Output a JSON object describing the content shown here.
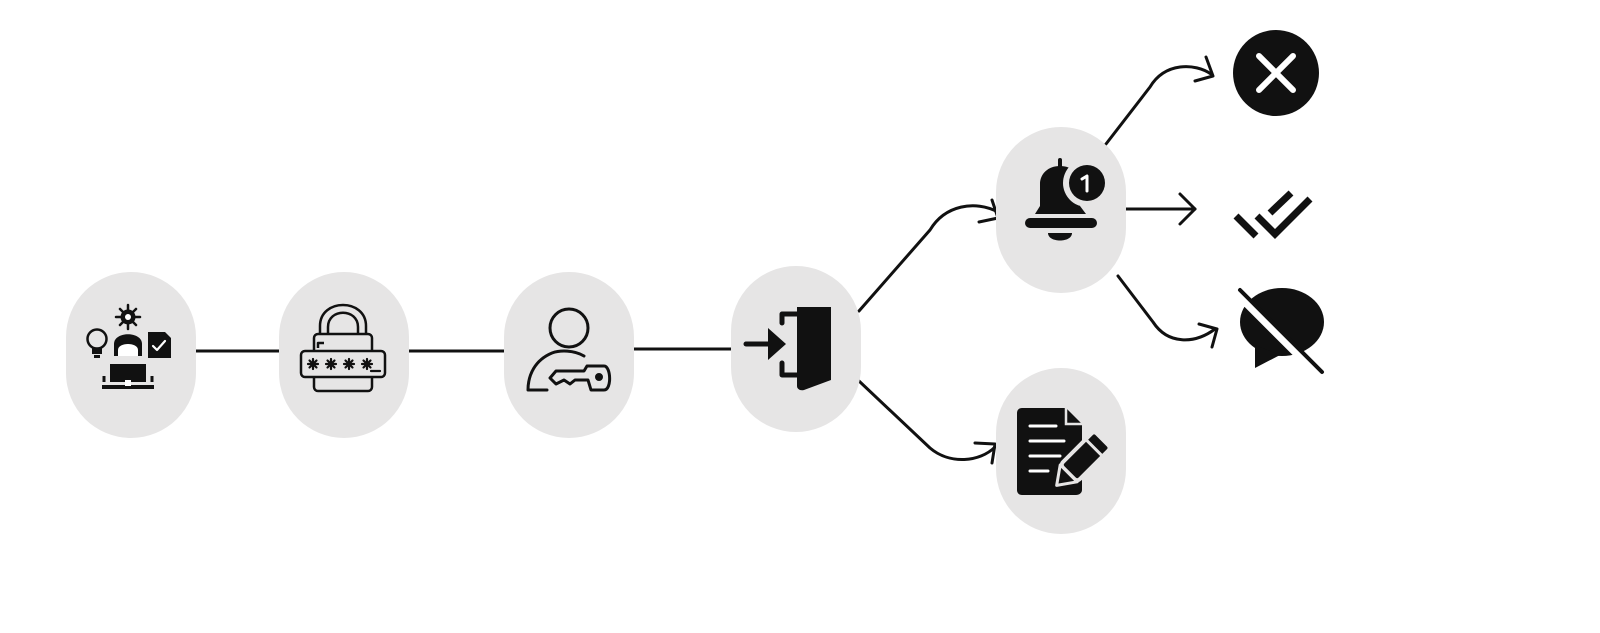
{
  "diagram": {
    "colors": {
      "node_fill": "#e6e5e5",
      "ink": "#111111",
      "background": "#ffffff",
      "icon_inner": "#ffffff"
    },
    "nodes": [
      {
        "id": "user-workstation",
        "icon": "user-workstation-icon"
      },
      {
        "id": "password-lock",
        "icon": "password-lock-icon"
      },
      {
        "id": "user-key",
        "icon": "user-key-icon"
      },
      {
        "id": "login-door",
        "icon": "login-door-icon"
      },
      {
        "id": "notification-bell",
        "icon": "notification-bell-icon",
        "badge": "1"
      },
      {
        "id": "edit-document",
        "icon": "edit-document-icon"
      }
    ],
    "outcomes": [
      {
        "id": "rejected",
        "icon": "close-circle-icon"
      },
      {
        "id": "confirmed",
        "icon": "double-check-icon"
      },
      {
        "id": "muted",
        "icon": "chat-off-icon"
      }
    ],
    "edges": [
      {
        "from": "user-workstation",
        "to": "password-lock",
        "style": "line"
      },
      {
        "from": "password-lock",
        "to": "user-key",
        "style": "line"
      },
      {
        "from": "user-key",
        "to": "login-door",
        "style": "line"
      },
      {
        "from": "login-door",
        "to": "notification-bell",
        "style": "arrow"
      },
      {
        "from": "login-door",
        "to": "edit-document",
        "style": "arrow"
      },
      {
        "from": "notification-bell",
        "to": "rejected",
        "style": "arrow"
      },
      {
        "from": "notification-bell",
        "to": "confirmed",
        "style": "arrow"
      },
      {
        "from": "notification-bell",
        "to": "muted",
        "style": "arrow"
      }
    ]
  }
}
